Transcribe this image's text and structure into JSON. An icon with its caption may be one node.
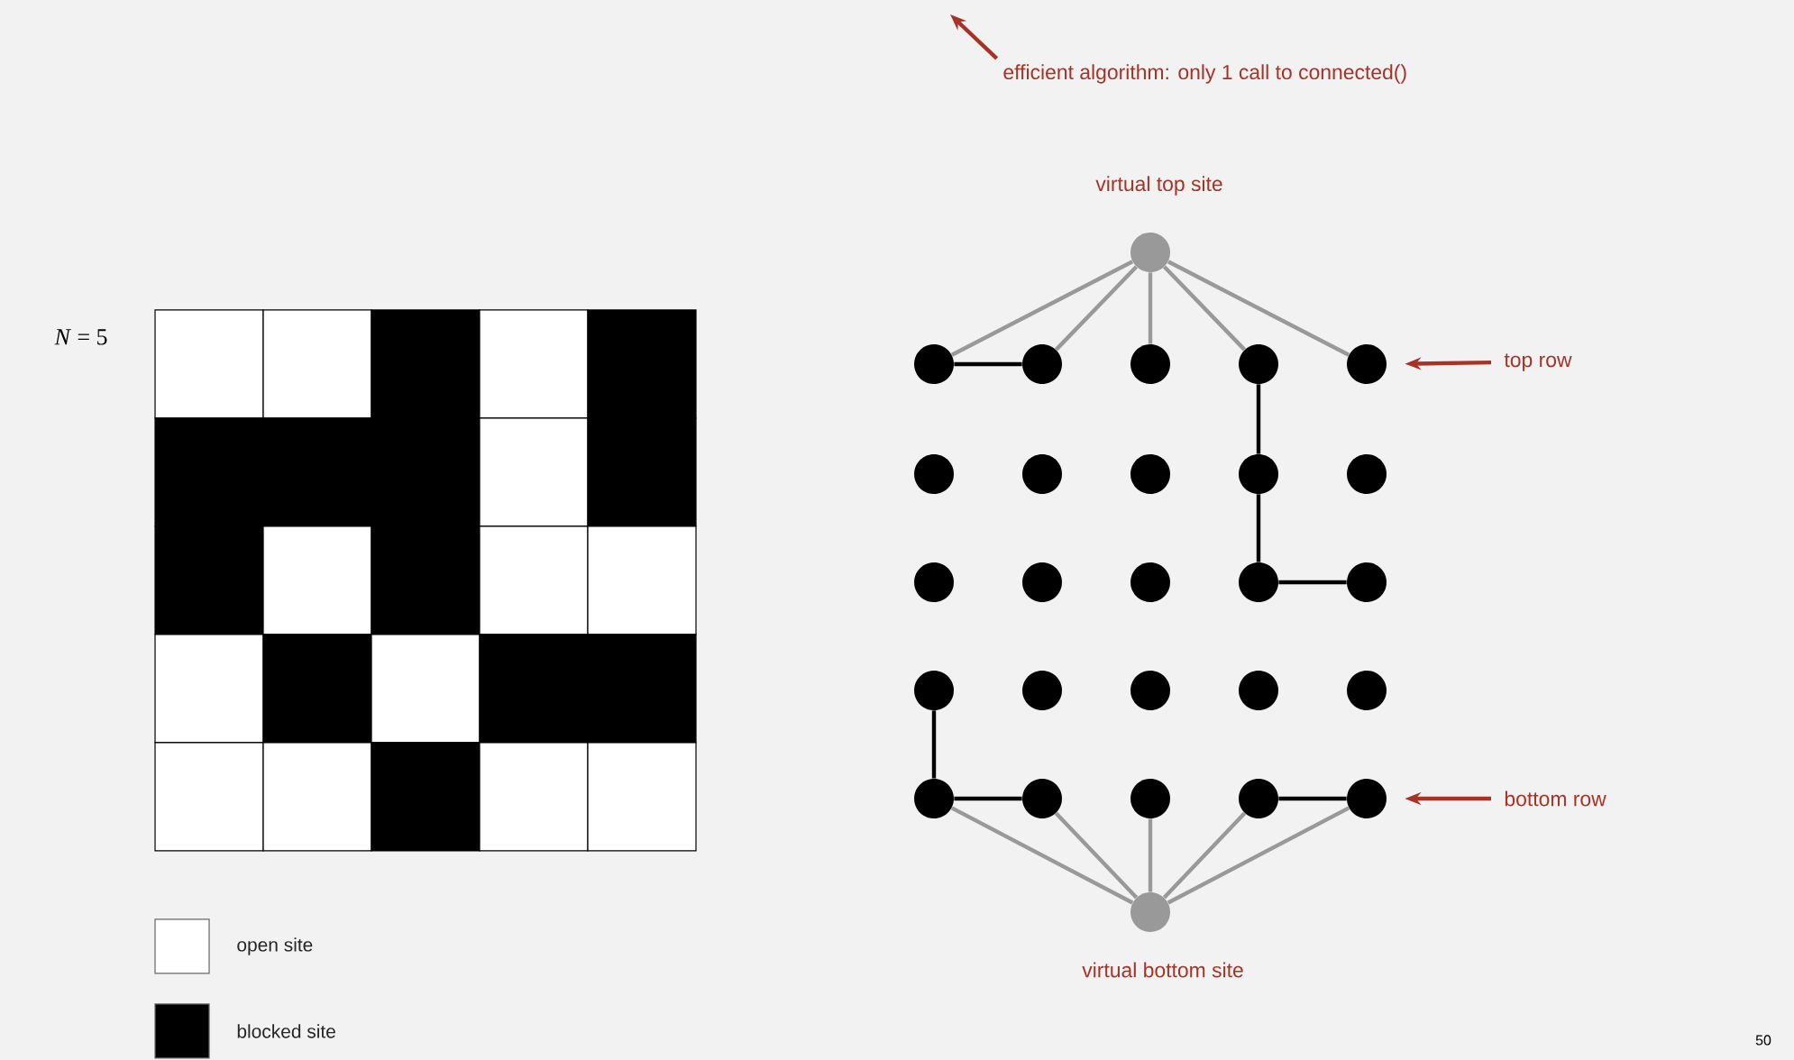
{
  "diagram": {
    "nodes": [
      {
        "text": [],
        "shape": "circle",
        "beside": [
          "virtual top site"
        ]
      },
      {
        "text": [],
        "shape": "circle"
      },
      {
        "text": [],
        "shape": "circle"
      },
      {
        "text": [],
        "shape": "circle"
      },
      {
        "text": [],
        "shape": "circle"
      },
      {
        "text": [],
        "shape": "circle"
      },
      {
        "text": [],
        "shape": "circle"
      },
      {
        "text": [],
        "shape": "circle"
      },
      {
        "text": [],
        "shape": "circle"
      },
      {
        "text": [],
        "shape": "circle"
      },
      {
        "text": [],
        "shape": "circle"
      },
      {
        "text": [],
        "shape": "circle"
      },
      {
        "text": [],
        "shape": "circle"
      },
      {
        "text": [],
        "shape": "circle"
      },
      {
        "text": [],
        "shape": "circle"
      },
      {
        "text": [],
        "shape": "circle"
      },
      {
        "text": [],
        "shape": "circle"
      },
      {
        "text": [],
        "shape": "circle"
      },
      {
        "text": [],
        "shape": "circle"
      },
      {
        "text": [],
        "shape": "circle"
      },
      {
        "text": [],
        "shape": "circle"
      },
      {
        "text": [],
        "shape": "circle"
      },
      {
        "text": [],
        "shape": "circle"
      },
      {
        "text": [],
        "shape": "circle"
      },
      {
        "text": [],
        "shape": "circle"
      },
      {
        "text": [],
        "shape": "circle"
      },
      {
        "text": [],
        "shape": "circle",
        "beside": [
          "virtual bottom site"
        ]
      },
      {
        "text": [
          "top row"
        ]
      },
      {
        "text": [
          "bottom row"
        ]
      },
      {
        "text": [
          "efficient algorithm: only 1 call to connected()"
        ]
      }
    ],
    "edges": [
      {
        "from": 0,
        "to": 1,
        "arrow": "none"
      },
      {
        "from": 0,
        "to": 2,
        "arrow": "none"
      },
      {
        "from": 0,
        "to": 3,
        "arrow": "none"
      },
      {
        "from": 0,
        "to": 4,
        "arrow": "none"
      },
      {
        "from": 0,
        "to": 5,
        "arrow": "none"
      },
      {
        "from": 1,
        "to": 2,
        "arrow": "none",
        "color": "#000000"
      },
      {
        "from": 4,
        "to": 9,
        "arrow": "none",
        "color": "#000000"
      },
      {
        "from": 9,
        "to": 14,
        "arrow": "none",
        "color": "#000000"
      },
      {
        "from": 14,
        "to": 15,
        "arrow": "none",
        "color": "#000000"
      },
      {
        "from": 16,
        "to": 21,
        "arrow": "none",
        "color": "#000000"
      },
      {
        "from": 21,
        "to": 22,
        "arrow": "none",
        "color": "#000000"
      },
      {
        "from": 24,
        "to": 25,
        "arrow": "none",
        "color": "#000000"
      },
      {
        "from": 21,
        "to": 26,
        "arrow": "none"
      },
      {
        "from": 22,
        "to": 26,
        "arrow": "none"
      },
      {
        "from": 23,
        "to": 26,
        "arrow": "none"
      },
      {
        "from": 24,
        "to": 26,
        "arrow": "none"
      },
      {
        "from": 25,
        "to": 26,
        "arrow": "none"
      },
      {
        "from": 27,
        "to": 5,
        "arrow": "to",
        "color": "#a93226"
      },
      {
        "from": 28,
        "to": 25,
        "arrow": "to",
        "color": "#a93226"
      },
      {
        "from": 29,
        "to": null,
        "arrow": "to",
        "color": "#a93226"
      }
    ],
    "labels": [
      "*N* = 5",
      "50"
    ],
    "legend": [
      {
        "text": "open site",
        "color": "#ffffff"
      },
      {
        "text": "blocked site",
        "color": "#000000"
      }
    ]
  }
}
